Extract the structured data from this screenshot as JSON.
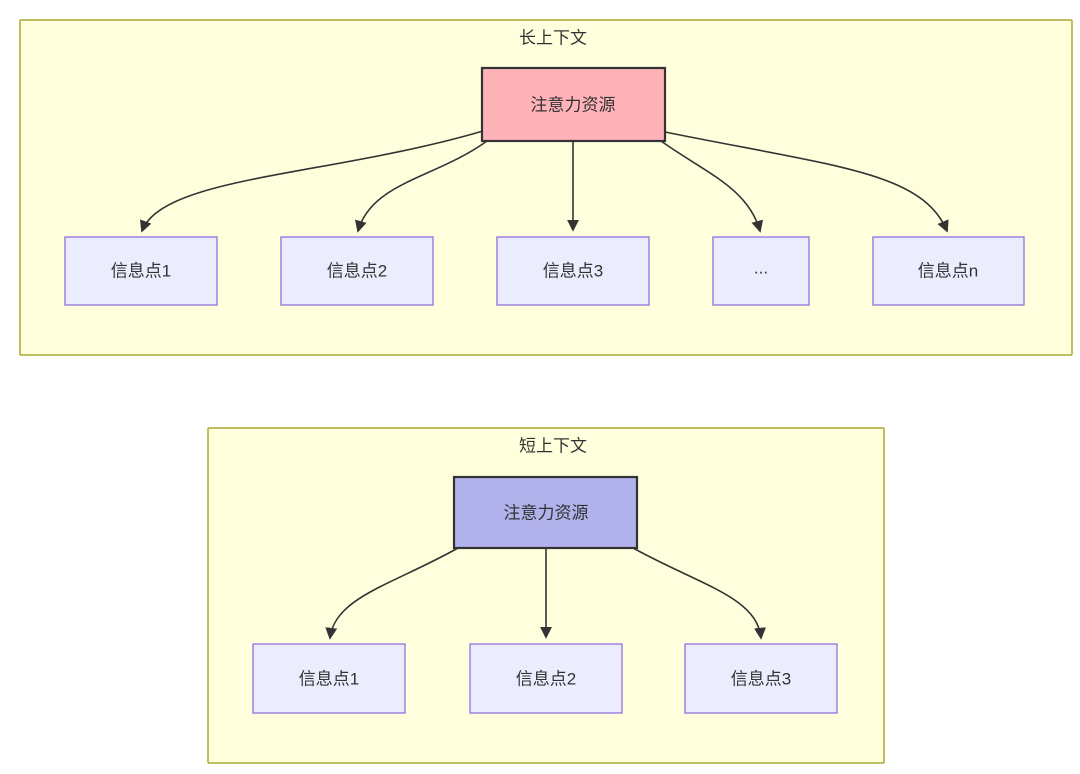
{
  "long_context": {
    "title": "长上下文",
    "root_label": "注意力资源",
    "children": [
      "信息点1",
      "信息点2",
      "信息点3",
      "...",
      "信息点n"
    ]
  },
  "short_context": {
    "title": "短上下文",
    "root_label": "注意力资源",
    "children": [
      "信息点1",
      "信息点2",
      "信息点3"
    ]
  },
  "colors": {
    "panel_fill": "#ffffde",
    "panel_border": "#aaaa33",
    "node_fill": "#ececff",
    "node_border": "#9370db",
    "long_root_fill": "#ffb3b9",
    "short_root_fill": "#b1b1ec",
    "root_border": "#333333",
    "edge": "#333333",
    "text": "#333333"
  }
}
